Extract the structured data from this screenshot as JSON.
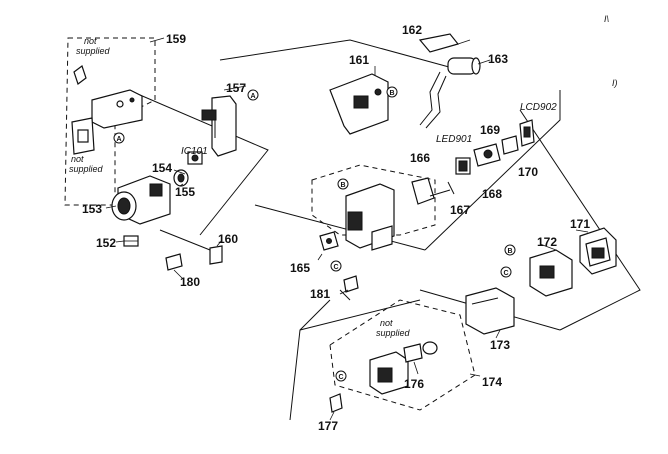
{
  "diagram": {
    "part_numbers": {
      "p159": "159",
      "p157": "157",
      "p154": "154",
      "p155": "155",
      "p153": "153",
      "p152": "152",
      "p160": "160",
      "p180": "180",
      "p162": "162",
      "p161": "161",
      "p163": "163",
      "p166": "166",
      "p169": "169",
      "p167": "167",
      "p168": "168",
      "p170": "170",
      "p165": "165",
      "p181": "181",
      "p171": "171",
      "p172": "172",
      "p173": "173",
      "p174": "174",
      "p176": "176",
      "p177": "177"
    },
    "references": {
      "ic101": "IC101",
      "led901": "LED901",
      "lcd902": "LCD902"
    },
    "notes": {
      "not": "not",
      "supplied": "supplied"
    },
    "markers": {
      "a": "A",
      "b": "B",
      "c": "C"
    },
    "stray": {
      "mark1": "I\\",
      "mark2": "I)"
    }
  }
}
